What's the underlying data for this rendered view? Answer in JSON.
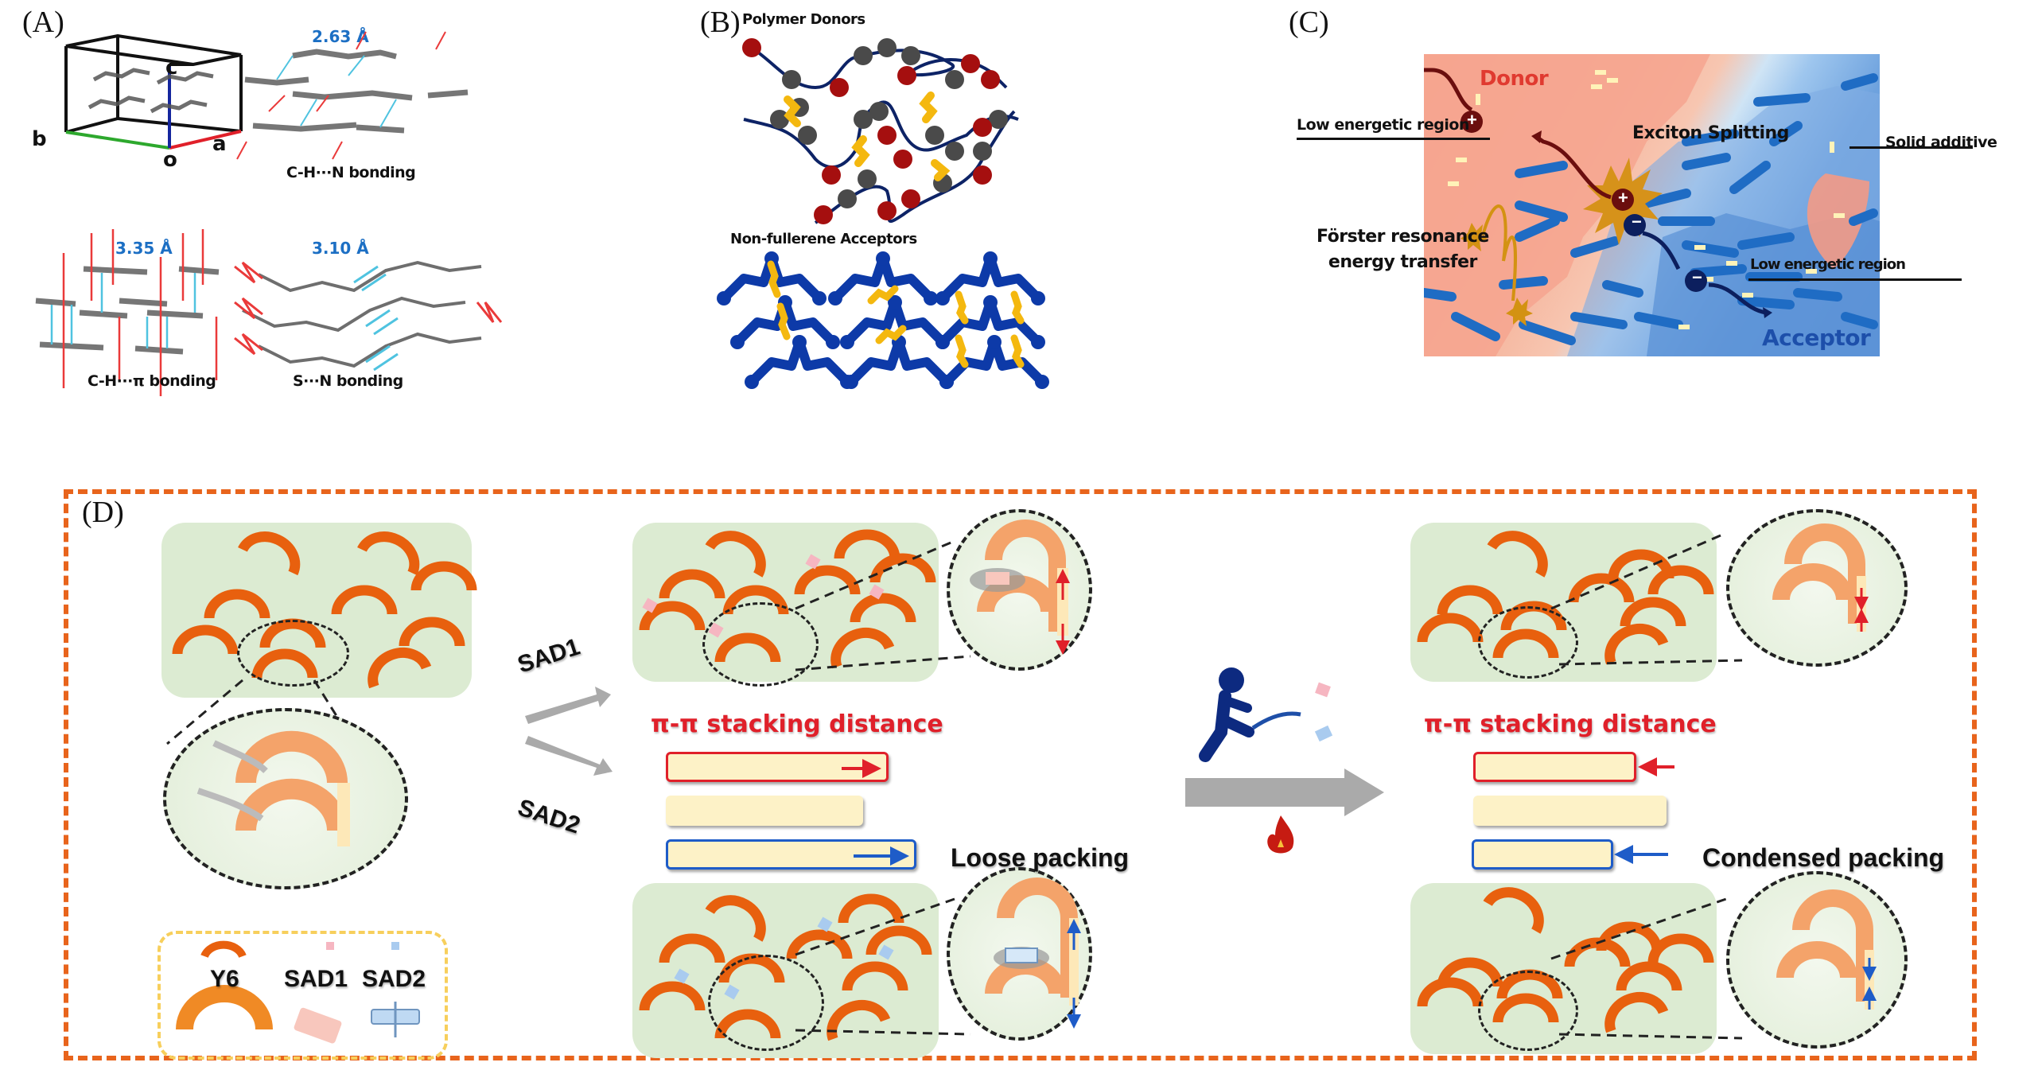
{
  "panels": {
    "a": {
      "label": "(A)",
      "axes": {
        "b": "b",
        "c": "c",
        "o": "o",
        "a": "a"
      },
      "sub": [
        {
          "distance": "2.63 Å",
          "caption": "C-H···N bonding"
        },
        {
          "distance": "3.35 Å",
          "caption": "C-H···π bonding"
        },
        {
          "distance": "3.10 Å",
          "caption": "S···N bonding"
        }
      ]
    },
    "b": {
      "label": "(B)",
      "donors_title": "Polymer Donors",
      "acceptors_title": "Non-fullerene Acceptors"
    },
    "c": {
      "label": "(C)",
      "donor": "Donor",
      "acceptor": "Acceptor",
      "low_energetic_region_left": "Low energetic region",
      "low_energetic_region_right": "Low energetic region",
      "exciton_splitting": "Exciton Splitting",
      "solid_additive": "Solid additive",
      "fret_line1": "Förster resonance",
      "fret_line2": "energy transfer",
      "hole_symbol": "+",
      "electron_symbol": "−"
    },
    "d": {
      "label": "(D)",
      "sad1_arrow": "SAD1",
      "sad2_arrow": "SAD2",
      "stacking_title_mid": "π-π stacking distance",
      "stacking_title_right": "π-π stacking distance",
      "loose_packing": "Loose packing",
      "condensed_packing": "Condensed packing",
      "legend": {
        "y6": "Y6",
        "sad1": "SAD1",
        "sad2": "SAD2"
      }
    }
  },
  "colors": {
    "dashed_frame": "#e8641c",
    "arc": "#e8600e",
    "green_box": "#dcebd2",
    "bar_fill": "#fdf2c7",
    "red": "#e0202a",
    "blue": "#1e5cc8",
    "navy": "#0d2a80",
    "distance_blue": "#1c6fc4",
    "donor_red": "#a50f0f",
    "donor_gray": "#4a4a4a",
    "acceptor_blue": "#0d3aa8",
    "linker_yellow": "#f4b80f"
  }
}
